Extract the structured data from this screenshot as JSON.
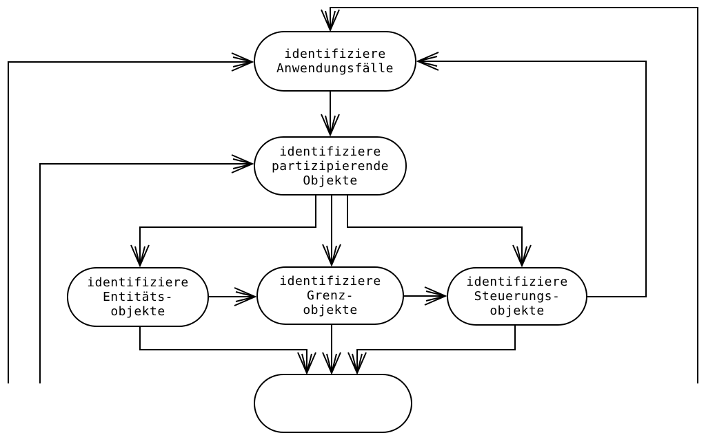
{
  "diagram": {
    "type": "flowchart",
    "language": "de",
    "colors": {
      "background": "#ffffff",
      "line": "#000000",
      "text": "#000000"
    },
    "nodes": {
      "use_cases": {
        "lines": [
          "identifiziere",
          "Anwendungsfälle"
        ]
      },
      "participating_objects": {
        "lines": [
          "identifiziere",
          "partizipierende",
          "Objekte"
        ]
      },
      "entity_objects": {
        "lines": [
          "identifiziere",
          "Entitäts-",
          "objekte"
        ]
      },
      "boundary_objects": {
        "lines": [
          "identifiziere",
          "Grenz-",
          "objekte"
        ]
      },
      "control_objects": {
        "lines": [
          "identifiziere",
          "Steuerungs-",
          "objekte"
        ]
      },
      "bottom_partial": {
        "lines": []
      }
    },
    "edges": [
      "offscreen-bottom-right → identifiziere Anwendungsfälle (top)",
      "offscreen-bottom-left → identifiziere Anwendungsfälle (left)",
      "offscreen-bottom-left → identifiziere partizipierende Objekte (left)",
      "identifiziere Anwendungsfälle → identifiziere partizipierende Objekte",
      "identifiziere partizipierende Objekte → identifiziere Entitäts-objekte",
      "identifiziere partizipierende Objekte → identifiziere Grenz-objekte",
      "identifiziere partizipierende Objekte → identifiziere Steuerungs-objekte",
      "identifiziere Entitäts-objekte → identifiziere Grenz-objekte",
      "identifiziere Grenz-objekte → identifiziere Steuerungs-objekte",
      "identifiziere Steuerungs-objekte → identifiziere Anwendungsfälle (right)",
      "identifiziere Entitäts-objekte → bottom node",
      "identifiziere Grenz-objekte → bottom node",
      "identifiziere Steuerungs-objekte → bottom node"
    ]
  }
}
